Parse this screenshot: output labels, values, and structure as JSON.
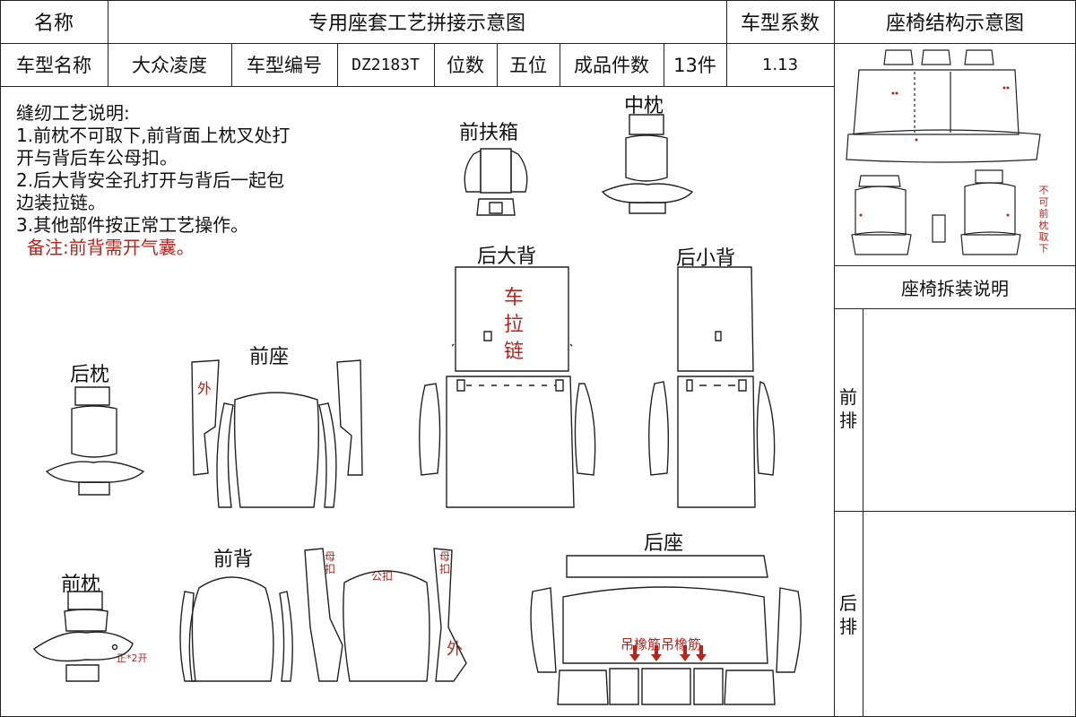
{
  "header": {
    "name_label": "名称",
    "title": "专用座套工艺拼接示意图",
    "coef_label": "车型系数",
    "structure_title": "座椅结构示意图"
  },
  "info_row": {
    "model_name_label": "车型名称",
    "model_name": "大众凌度",
    "model_code_label": "车型编号",
    "model_code": "DZ2183T",
    "seats_label": "位数",
    "seats": "五位",
    "pieces_label": "成品件数",
    "pieces": "13件",
    "coef_value": "1.13"
  },
  "instructions": {
    "title": "缝纫工艺说明:",
    "line1": "1.前枕不可取下,前背面上枕叉处打",
    "line1b": "开与背后车公母扣。",
    "line2": "2.后大背安全孔打开与背后一起包",
    "line2b": "边装拉链。",
    "line3": "3.其他部件按正常工艺操作。",
    "remark": "备注:前背需开气囊。"
  },
  "parts": {
    "front_armrest": "前扶箱",
    "middle_pillow": "中枕",
    "rear_big_back": "后大背",
    "rear_small_back": "后小背",
    "rear_pillow": "后枕",
    "front_seat": "前座",
    "front_pillow": "前枕",
    "front_back": "前背",
    "rear_seat": "后座"
  },
  "annotations": {
    "zipper_1": "车",
    "zipper_2": "拉",
    "zipper_3": "链",
    "outer_1": "外",
    "outer_2": "外",
    "female_1": "母",
    "female_1b": "扣",
    "female_2": "母",
    "female_2b": "扣",
    "male": "公扣",
    "slit": "正*2开",
    "elastic": "吊橡筋吊橡筋"
  },
  "side_panel": {
    "not_removable": "不可前枕取下",
    "disassembly_title": "座椅拆装说明",
    "front_row": "前排",
    "rear_row": "后排"
  },
  "colors": {
    "accent_red": "#b3261e",
    "line": "#222222"
  }
}
